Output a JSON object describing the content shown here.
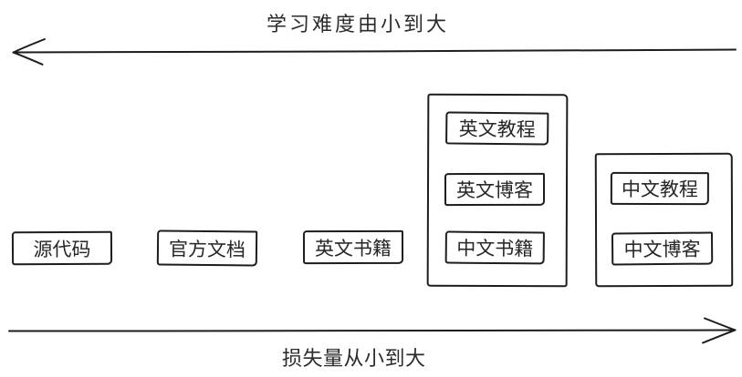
{
  "diagram": {
    "top_axis": {
      "label": "学习难度由小到大",
      "direction": "left"
    },
    "bottom_axis": {
      "label": "损失量从小到大",
      "direction": "right"
    },
    "standalone_boxes": [
      {
        "label": "源代码"
      },
      {
        "label": "官方文档"
      },
      {
        "label": "英文书籍"
      }
    ],
    "groups": [
      {
        "items": [
          {
            "label": "英文教程"
          },
          {
            "label": "英文博客"
          },
          {
            "label": "中文书籍"
          }
        ]
      },
      {
        "items": [
          {
            "label": "中文教程"
          },
          {
            "label": "中文博客"
          }
        ]
      }
    ],
    "colors": {
      "stroke": "#1d1d1d",
      "text": "#262626",
      "background": "#ffffff"
    }
  }
}
